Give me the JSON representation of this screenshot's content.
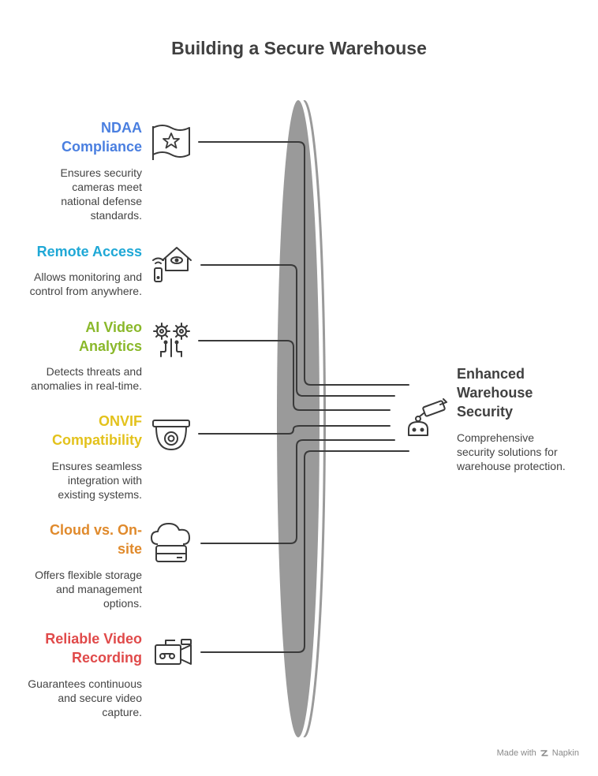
{
  "title": "Building a Secure Warehouse",
  "center": {
    "title_lines": [
      "Enhanced",
      "Warehouse",
      "Security"
    ],
    "desc_lines": [
      "Comprehensive",
      "security solutions for",
      "warehouse protection."
    ],
    "icon": "security-camera-robot-icon"
  },
  "items": [
    {
      "title_lines": [
        "NDAA",
        "Compliance"
      ],
      "desc_lines": [
        "Ensures security",
        "cameras meet",
        "national defense",
        "standards."
      ],
      "color": "#4a7fe0",
      "icon": "flag-star-icon"
    },
    {
      "title_lines": [
        "Remote Access"
      ],
      "desc_lines": [
        "Allows monitoring and",
        "control from anywhere."
      ],
      "color": "#1fa8d6",
      "icon": "smart-home-remote-icon"
    },
    {
      "title_lines": [
        "AI Video",
        "Analytics"
      ],
      "desc_lines": [
        "Detects threats and",
        "anomalies in real-time."
      ],
      "color": "#8ab82a",
      "icon": "gears-circuit-icon"
    },
    {
      "title_lines": [
        "ONVIF",
        "Compatibility"
      ],
      "desc_lines": [
        "Ensures seamless",
        "integration with",
        "existing systems."
      ],
      "color": "#e3c21c",
      "icon": "dome-camera-icon"
    },
    {
      "title_lines": [
        "Cloud vs. On-",
        "site"
      ],
      "desc_lines": [
        "Offers flexible storage",
        "and management",
        "options."
      ],
      "color": "#e08a2c",
      "icon": "cloud-server-icon"
    },
    {
      "title_lines": [
        "Reliable Video",
        "Recording"
      ],
      "desc_lines": [
        "Guarantees continuous",
        "and secure video",
        "capture."
      ],
      "color": "#e04a4a",
      "icon": "video-camera-icon"
    }
  ],
  "footer": {
    "made_with": "Made with",
    "brand": "Napkin"
  }
}
